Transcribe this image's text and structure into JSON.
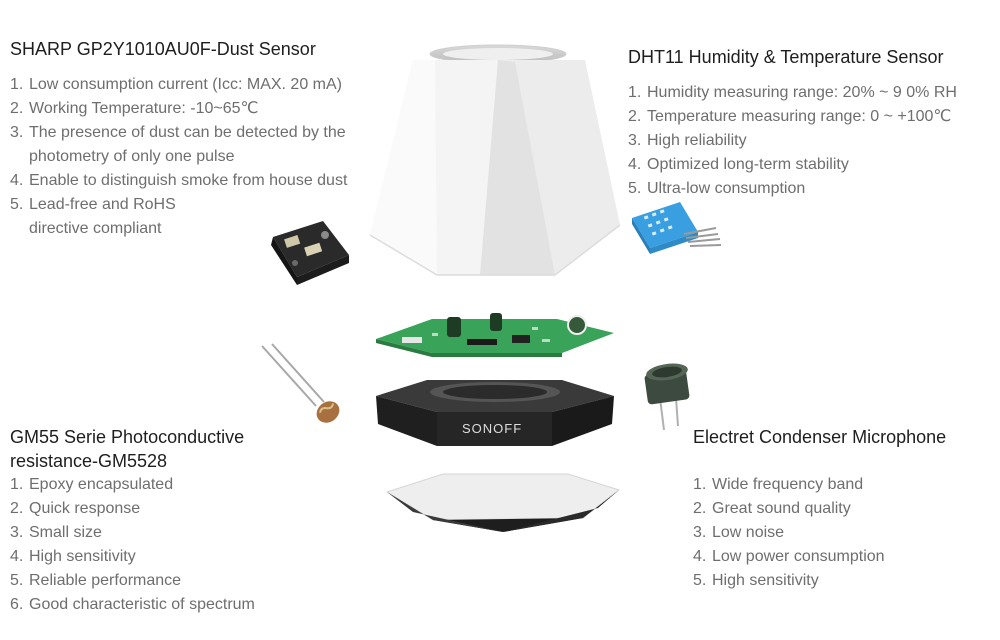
{
  "dust_sensor": {
    "title": "SHARP GP2Y1010AU0F-Dust Sensor",
    "items": [
      {
        "num": "1.",
        "text": "Low consumption current (Icc: MAX. 20 mA)"
      },
      {
        "num": "2.",
        "text": "Working Temperature: -10~65℃"
      },
      {
        "num": "3.",
        "text": "The presence of dust can be detected by the photometry of only one pulse"
      },
      {
        "num": "4.",
        "text": "Enable to distinguish smoke from house dust"
      },
      {
        "num": "5.",
        "text": "Lead-free and RoHS directive compliant"
      }
    ]
  },
  "dht11": {
    "title": "DHT11 Humidity & Temperature Sensor",
    "items": [
      {
        "num": "1.",
        "text": "Humidity measuring range: 20% ~ 9 0% RH"
      },
      {
        "num": "2.",
        "text": "Temperature measuring range: 0 ~ +100℃"
      },
      {
        "num": "3.",
        "text": "High reliability"
      },
      {
        "num": "4.",
        "text": "Optimized long-term stability"
      },
      {
        "num": "5.",
        "text": "Ultra-low consumption"
      }
    ]
  },
  "gm55": {
    "title_line1": "GM55 Serie Photoconductive",
    "title_line2": "resistance-GM5528",
    "items": [
      {
        "num": "1.",
        "text": "Epoxy encapsulated"
      },
      {
        "num": "2.",
        "text": "Quick response"
      },
      {
        "num": "3.",
        "text": "Small size"
      },
      {
        "num": "4.",
        "text": "High sensitivity"
      },
      {
        "num": "5.",
        "text": "Reliable performance"
      },
      {
        "num": "6.",
        "text": "Good characteristic of spectrum"
      }
    ]
  },
  "microphone": {
    "title": "Electret Condenser Microphone",
    "items": [
      {
        "num": "1.",
        "text": "Wide frequency band"
      },
      {
        "num": "2.",
        "text": "Great sound quality"
      },
      {
        "num": "3.",
        "text": "Low noise"
      },
      {
        "num": "4.",
        "text": "Low power consumption"
      },
      {
        "num": "5.",
        "text": "High sensitivity"
      }
    ]
  },
  "device": {
    "logo_text": "SONOFF"
  },
  "colors": {
    "title": "#1e1e1e",
    "body_text": "#6e6e6e",
    "dht_blue": "#3a9fe0",
    "pcb_green": "#3aa35a",
    "base_dark": "#2b2b2b"
  }
}
